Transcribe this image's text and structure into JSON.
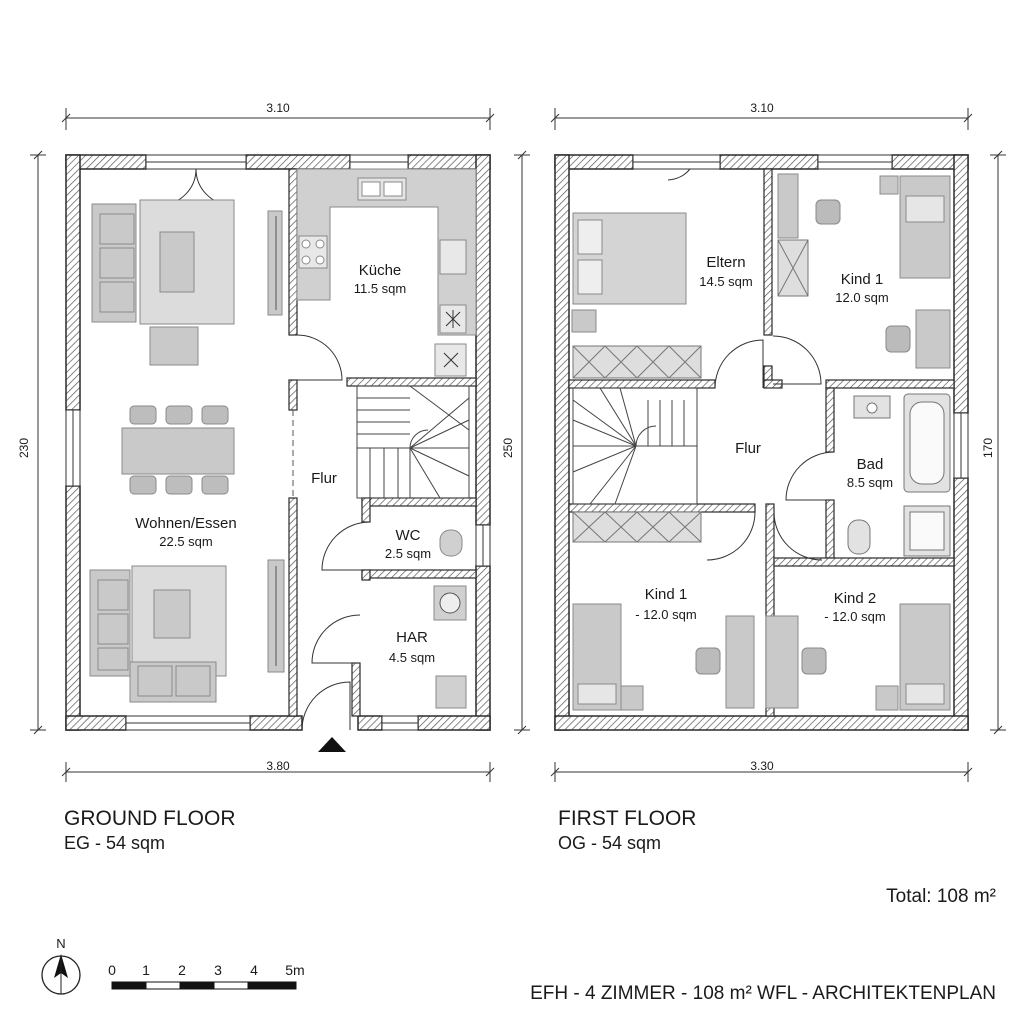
{
  "ground_floor": {
    "title": "GROUND FLOOR",
    "subtitle": "EG - 54 sqm",
    "dim_top": "3.10",
    "dim_bottom": "3.80",
    "dim_left": "230",
    "rooms": [
      {
        "name": "Küche",
        "area": "11.5 sqm"
      },
      {
        "name": "Wohnen/Essen",
        "area": "22.5 sqm"
      },
      {
        "name": "Flur",
        "area": ""
      },
      {
        "name": "WC",
        "area": "2.5 sqm"
      },
      {
        "name": "HAR",
        "area": "4.5 sqm"
      }
    ]
  },
  "first_floor": {
    "title": "FIRST FLOOR",
    "subtitle": "OG - 54 sqm",
    "dim_top": "3.10",
    "dim_bottom": "3.30",
    "dim_left": "250",
    "dim_right": "170",
    "rooms": [
      {
        "name": "Eltern",
        "area": "14.5 sqm"
      },
      {
        "name": "Kind 1",
        "area": "12.0 sqm"
      },
      {
        "name": "Flur",
        "area": ""
      },
      {
        "name": "Bad",
        "area": "8.5 sqm"
      },
      {
        "name": "Kind 1",
        "area": "- 12.0 sqm"
      },
      {
        "name": "Kind 2",
        "area": "- 12.0 sqm"
      }
    ]
  },
  "total": "Total: 108 m²",
  "north_label": "N",
  "scale_labels": [
    "0",
    "1",
    "2",
    "3",
    "4",
    "5m"
  ],
  "footer": "EFH - 4 ZIMMER - 108 m² WFL - ARCHITEKTENPLAN",
  "colors": {
    "wall": "#3a3a3a",
    "furniture_fill": "#c9c9c9",
    "furniture_stroke": "#8a8a8a",
    "hatch": "#666666"
  }
}
